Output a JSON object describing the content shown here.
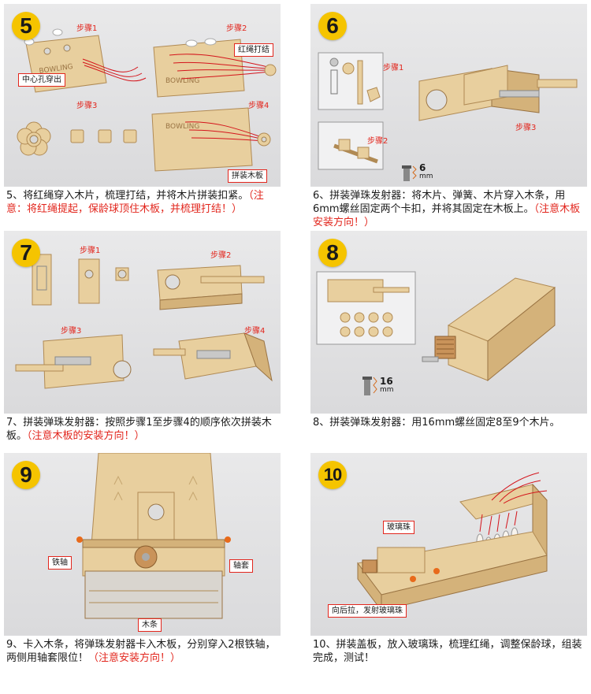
{
  "panels": [
    {
      "number": "5",
      "steps": [
        "步骤1",
        "步骤2",
        "步骤3",
        "步骤4"
      ],
      "callouts": [
        "中心孔穿出",
        "红绳打结",
        "拼装木板"
      ],
      "board_text": "BOWLING",
      "caption_main": "5、将红绳穿入木片，梳理打结，并将木片拼装扣紧。",
      "caption_warn": "（注意：将红绳提起，保龄球顶住木板，并梳理打结！）"
    },
    {
      "number": "6",
      "steps": [
        "步骤1",
        "步骤2",
        "步骤3"
      ],
      "screw_label": "6",
      "screw_unit": "mm",
      "caption_main": "6、拼装弹珠发射器：将木片、弹簧、木片穿入木条，用6mm螺丝固定两个卡扣，并将其固定在木板上。",
      "caption_warn": "（注意木板安装方向！）"
    },
    {
      "number": "7",
      "steps": [
        "步骤1",
        "步骤2",
        "步骤3",
        "步骤4"
      ],
      "caption_main": "7、拼装弹珠发射器：按照步骤1至步骤4的顺序依次拼装木板。",
      "caption_warn": "（注意木板的安装方向！）"
    },
    {
      "number": "8",
      "screw_label": "16",
      "screw_unit": "mm",
      "caption_main": "8、拼装弹珠发射器：用16mm螺丝固定8至9个木片。",
      "caption_warn": ""
    },
    {
      "number": "9",
      "callouts": [
        "铁轴",
        "轴套",
        "木条"
      ],
      "caption_main": "9、卡入木条，将弹珠发射器卡入木板，分别穿入2根铁轴，两侧用轴套限位！",
      "caption_warn": "（注意安装方向！）"
    },
    {
      "number": "10",
      "callouts": [
        "玻璃珠",
        "向后拉，发射玻璃珠"
      ],
      "caption_main": "10、拼装盖板，放入玻璃珠，梳理红绳，调整保龄球，组装完成，测试！",
      "caption_warn": ""
    }
  ],
  "colors": {
    "badge": "#f5c400",
    "warning": "#e2261d",
    "wood": "#e8cf9e",
    "panel_bg": "#e0e0e2"
  }
}
